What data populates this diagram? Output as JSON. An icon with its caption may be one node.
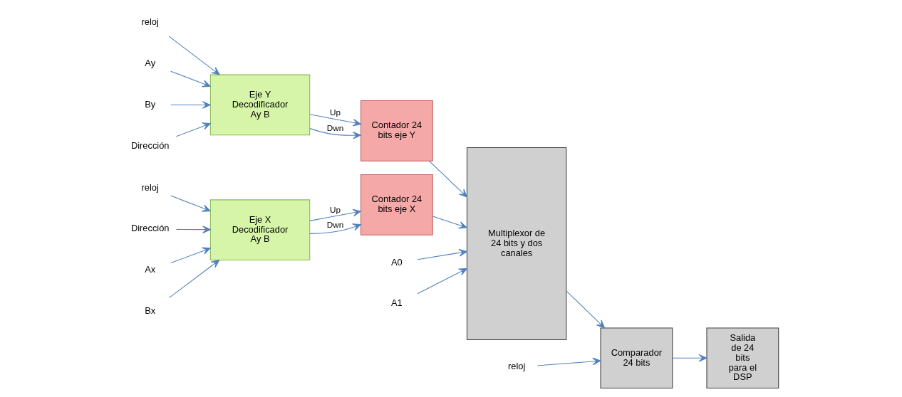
{
  "diagram": {
    "nodes": [
      {
        "text": [
          "reloj"
        ]
      },
      {
        "text": [
          "Ax"
        ]
      },
      {
        "text": [
          "Bx"
        ]
      },
      {
        "text": [
          "Dirección"
        ]
      },
      {
        "text": [
          "Eje X Decodificador Ay B"
        ]
      },
      {
        "text": [
          "Contador 24 bits eje X"
        ]
      },
      {
        "text": [
          "Multiplexor de 24 bits y dos canales"
        ]
      },
      {
        "text": [
          "reloj"
        ]
      },
      {
        "text": [
          "Comparador 24 bits"
        ]
      },
      {
        "text": [
          "Salida de 24 bits para el DSP"
        ]
      },
      {
        "text": [
          "reloj"
        ]
      },
      {
        "text": [
          "Ay"
        ]
      },
      {
        "text": [
          "By"
        ]
      },
      {
        "text": [
          "Dirección"
        ]
      },
      {
        "text": [
          "Eje Y Decodificador Ay B"
        ]
      },
      {
        "text": [
          "Contador 24 bits eje Y"
        ]
      },
      {
        "text": [
          "A0"
        ]
      },
      {
        "text": [
          "A1"
        ]
      }
    ],
    "edges": [
      {
        "from": 0,
        "to": 4,
        "arrow": "to"
      },
      {
        "from": 1,
        "to": 4,
        "arrow": "to"
      },
      {
        "from": 2,
        "to": 4,
        "arrow": "to"
      },
      {
        "from": 3,
        "to": 4,
        "arrow": "to"
      },
      {
        "from": 4,
        "to": 5,
        "arrow": "to",
        "label": "Up"
      },
      {
        "from": 4,
        "to": 5,
        "arrow": "to",
        "label": "Dwn"
      },
      {
        "from": 5,
        "to": 6,
        "arrow": "to"
      },
      {
        "from": 7,
        "to": 8,
        "arrow": "to"
      },
      {
        "from": 6,
        "to": 8,
        "arrow": "to"
      },
      {
        "from": 8,
        "to": 9,
        "arrow": "to"
      },
      {
        "from": 10,
        "to": 14,
        "arrow": "to"
      },
      {
        "from": 11,
        "to": 14,
        "arrow": "to"
      },
      {
        "from": 12,
        "to": 14,
        "arrow": "to"
      },
      {
        "from": 13,
        "to": 14,
        "arrow": "to"
      },
      {
        "from": 14,
        "to": 15,
        "arrow": "to",
        "label": "Up"
      },
      {
        "from": 14,
        "to": 15,
        "arrow": "to",
        "label": "Dwn"
      },
      {
        "from": 15,
        "to": 6,
        "arrow": "to"
      },
      {
        "from": 16,
        "to": 6,
        "arrow": "to"
      },
      {
        "from": 17,
        "to": 6,
        "arrow": "to"
      }
    ]
  }
}
